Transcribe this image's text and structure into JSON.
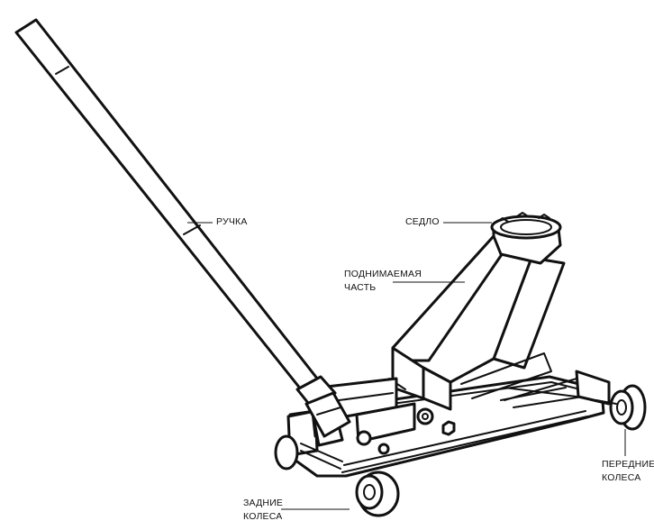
{
  "labels": {
    "handle": "РУЧКА",
    "saddle": "СЕДЛО",
    "lifting_part_line1": "ПОДНИМАЕМАЯ",
    "lifting_part_line2": "ЧАСТЬ",
    "front_wheels_line1": "ПЕРЕДНИЕ",
    "front_wheels_line2": "КОЛЕСА",
    "rear_wheels_line1": "ЗАДНИЕ",
    "rear_wheels_line2": "КОЛЕСА"
  },
  "colors": {
    "line": "#111111",
    "background": "#ffffff"
  }
}
